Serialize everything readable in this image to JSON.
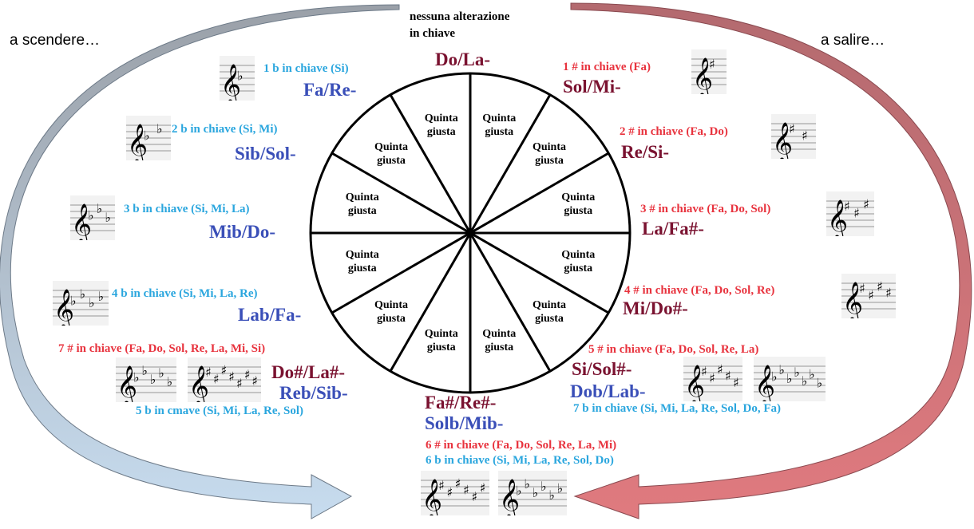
{
  "header": {
    "none_label_line1": "nessuna alterazione",
    "none_label_line2": "in chiave",
    "left_label": "a scendere…",
    "right_label": "a salire…"
  },
  "wedge_label_line1": "Quinta",
  "wedge_label_line2": "giusta",
  "keys": {
    "top": "Do/La-",
    "sharp1": "Sol/Mi-",
    "sharp2": "Re/Si-",
    "sharp3": "La/Fa#-",
    "sharp4": "Mi/Do#-",
    "sharp5": "Si/Sol#-",
    "flat7": "Dob/Lab-",
    "bottom_sharp": "Fa#/Re#-",
    "bottom_flat": "Solb/Mib-",
    "sharp7": "Do#/La#-",
    "flat5": "Reb/Sib-",
    "flat4": "Lab/Fa-",
    "flat3": "Mib/Do-",
    "flat2": "Sib/Sol-",
    "flat1": "Fa/Re-"
  },
  "signatures": {
    "s1": "1 # in chiave (Fa)",
    "s2": "2 # in chiave (Fa, Do)",
    "s3": "3 # in chiave (Fa, Do, Sol)",
    "s4": "4 # in chiave (Fa, Do, Sol, Re)",
    "s5": "5 # in chiave (Fa, Do, Sol, Re, La)",
    "f7": "7 b in chiave (Si,  Mi, La, Re, Sol, Do, Fa)",
    "s6": "6 # in chiave (Fa, Do, Sol, Re, La, Mi)",
    "f6": "6 b in chiave (Si,  Mi, La, Re, Sol, Do)",
    "s7": "7 # in chiave (Fa, Do, Sol, Re, La, Mi, Si)",
    "f5": "5 b in cmave (Si,  Mi, La, Re, Sol)",
    "f4": "4 b in chiave (Si, Mi, La, Re)",
    "f3": "3 b in chiave (Si, Mi, La)",
    "f2": "2 b in chiave (Si, Mi)",
    "f1": "1 b in chiave (Si)"
  },
  "colors": {
    "sharp_text": "#e8333e",
    "flat_text": "#2aa6de",
    "major_key": "#7a1230",
    "flat_key": "#3a4fb8",
    "left_arrow": "#c7dcef",
    "right_arrow": "#e07a7f"
  },
  "icons": {
    "treble_clef": "𝄞",
    "sharp": "♯",
    "flat": "♭"
  }
}
